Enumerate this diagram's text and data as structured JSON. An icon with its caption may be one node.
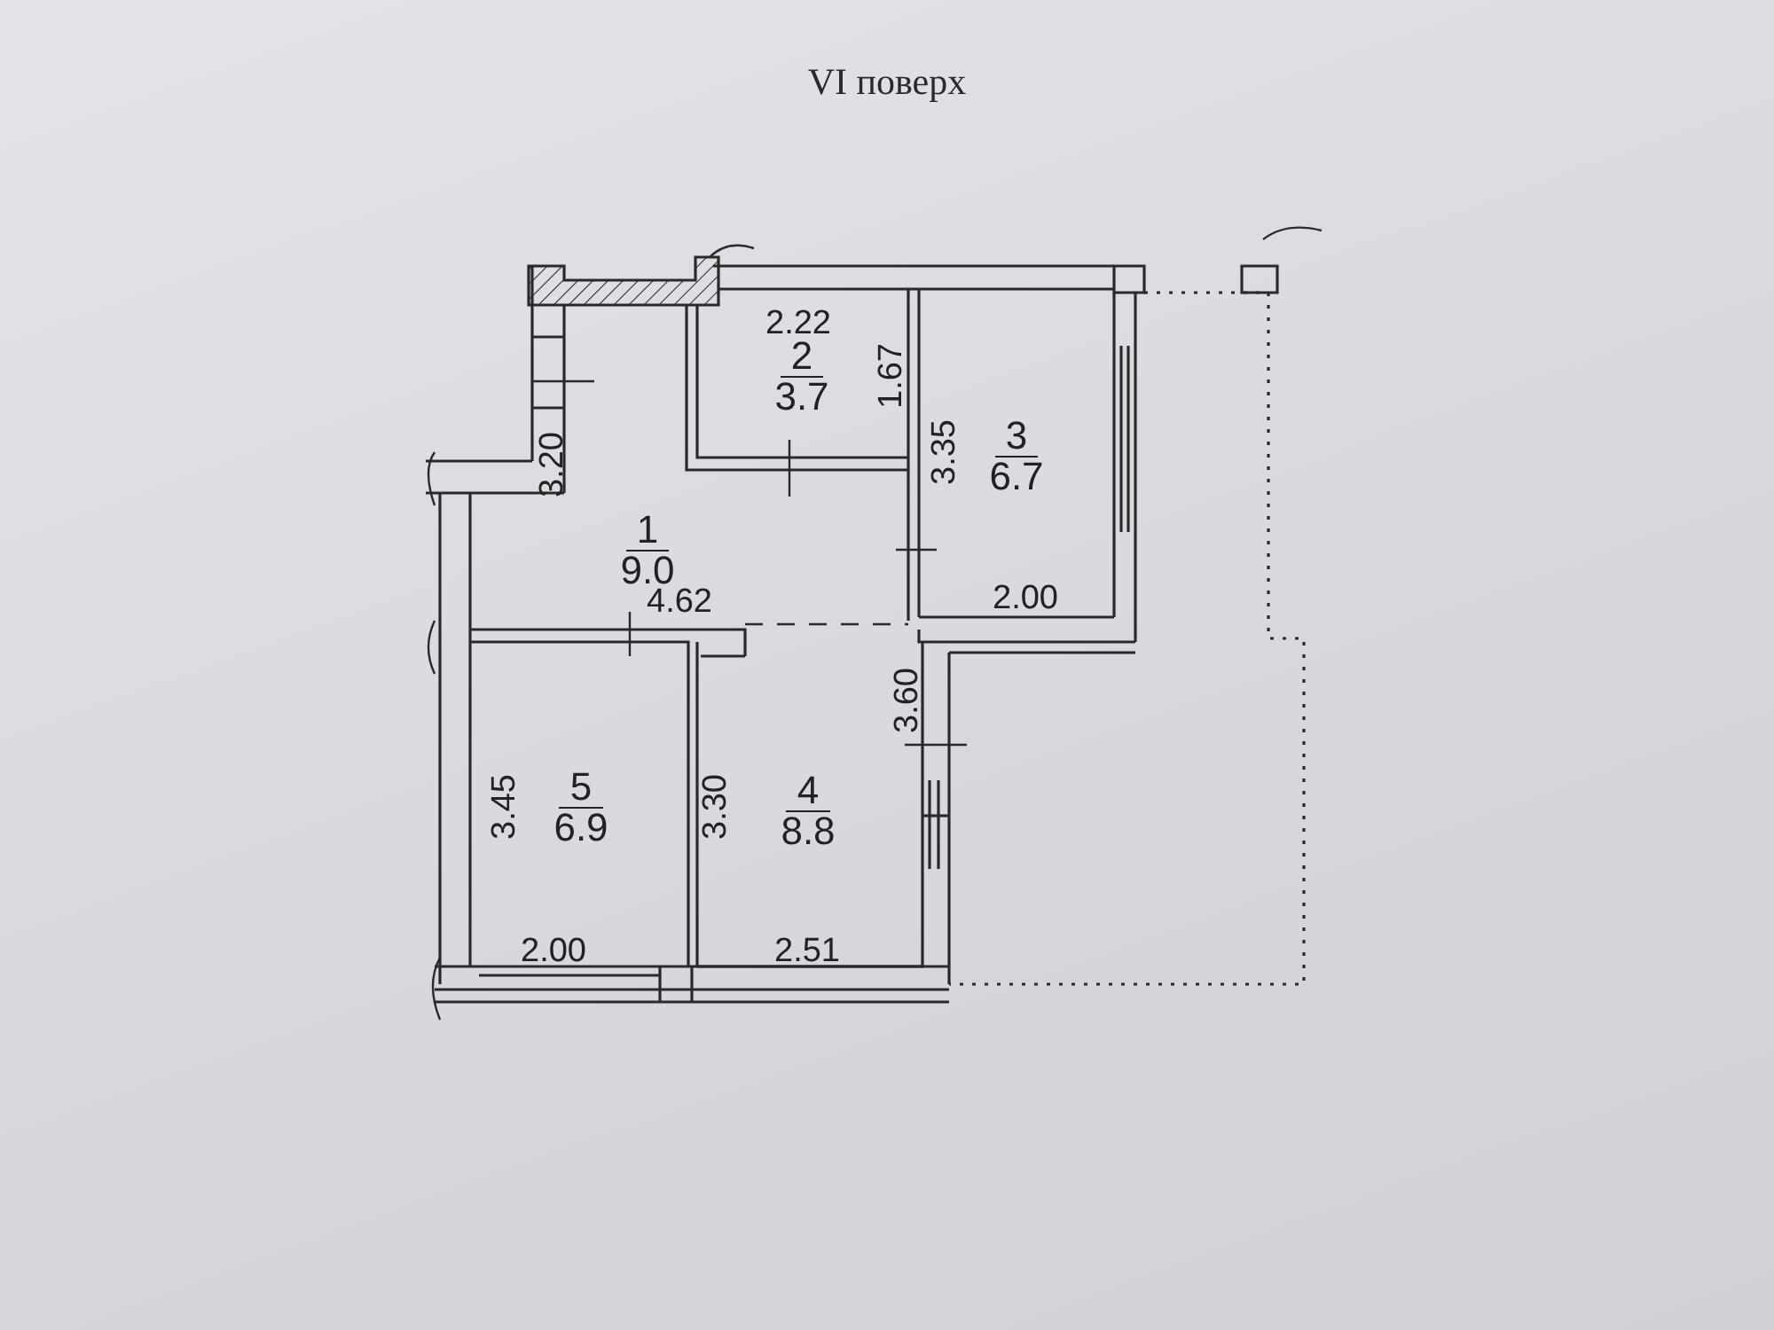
{
  "diagram": {
    "title": "VI поверх",
    "nodes": [
      {
        "text": [
          "1",
          "9.0"
        ]
      },
      {
        "text": [
          "2",
          "3.7"
        ]
      },
      {
        "text": [
          "3",
          "6.7"
        ]
      },
      {
        "text": [
          "5",
          "6.9"
        ]
      },
      {
        "text": [
          "4",
          "8.8"
        ]
      }
    ],
    "labels": [
      "2.22",
      "1.67",
      "3.20",
      "3.35",
      "4.62",
      "2.00",
      "3.60",
      "3.45",
      "3.30",
      "2.00",
      "2.51"
    ]
  }
}
